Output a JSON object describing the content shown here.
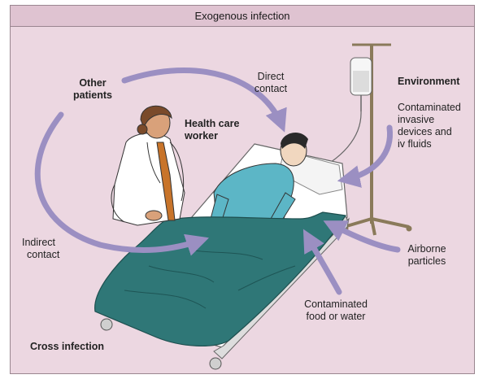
{
  "title": "Exogenous infection",
  "labels": {
    "other_patients": [
      "Other",
      "patients"
    ],
    "direct_contact": [
      "Direct",
      "contact"
    ],
    "environment": "Environment",
    "health_care_worker": [
      "Health care",
      "worker"
    ],
    "contaminated_devices": [
      "Contaminated",
      "invasive",
      "devices and",
      "iv fluids"
    ],
    "indirect_contact": [
      "Indirect",
      "contact"
    ],
    "airborne_particles": [
      "Airborne",
      "particles"
    ],
    "contaminated_food": [
      "Contaminated",
      "food or water"
    ],
    "cross_infection": "Cross infection"
  },
  "colors": {
    "background": "#ecd7e1",
    "title_bar": "#dfc3d1",
    "arrow": "#9b8fc2",
    "sheet": "#2f7777",
    "gown": "#5cb6c6",
    "tie": "#c8742a"
  }
}
